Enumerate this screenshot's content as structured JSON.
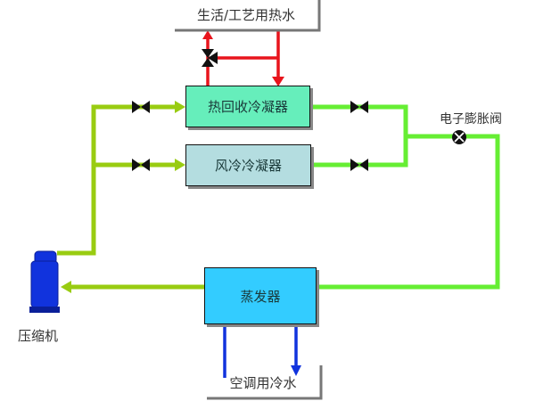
{
  "labels": {
    "hot_water": "生活/工艺用热水",
    "heat_recovery_condenser": "热回收冷凝器",
    "air_cooled_condenser": "风冷冷凝器",
    "evaporator": "蒸发器",
    "compressor": "压缩机",
    "expansion_valve": "电子膨胀阀",
    "chilled_water": "空调用冷水"
  },
  "colors": {
    "hot_line": "#e8141c",
    "discharge_line": "#99cc11",
    "liquid_line": "#66ee33",
    "chilled_line": "#1133dd",
    "heat_recovery_fill": "#66eebb",
    "air_condenser_fill": "#b4dde0",
    "evaporator_fill": "#33ccff",
    "compressor_fill": "#1133dd"
  }
}
